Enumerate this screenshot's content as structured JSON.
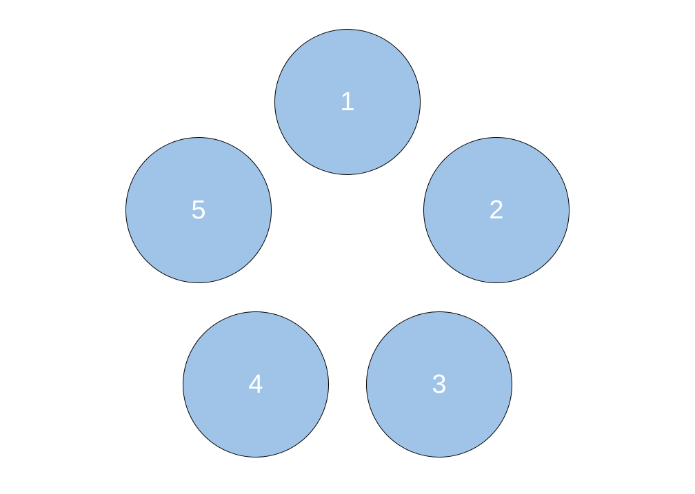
{
  "diagram": {
    "fill_color": "#a0c4e8",
    "stroke_color": "#000000",
    "label_color": "#ffffff",
    "nodes": [
      {
        "label": "1"
      },
      {
        "label": "2"
      },
      {
        "label": "3"
      },
      {
        "label": "4"
      },
      {
        "label": "5"
      }
    ]
  }
}
